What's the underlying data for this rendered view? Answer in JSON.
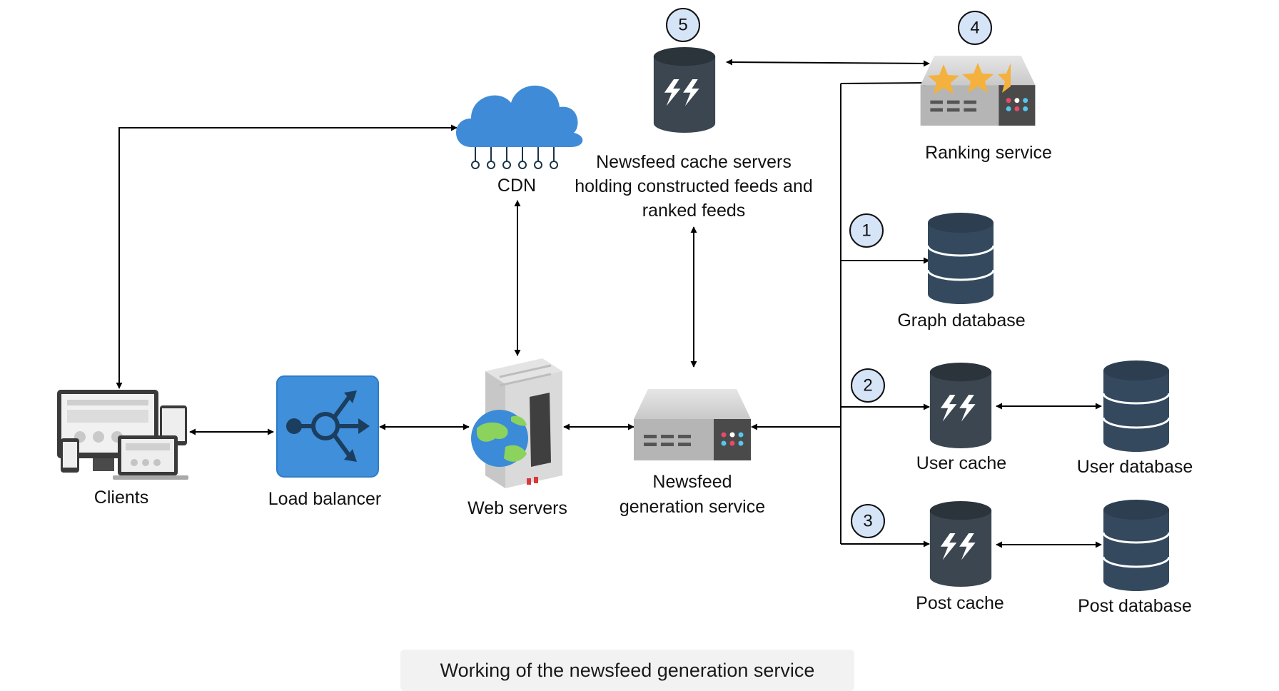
{
  "nodes": {
    "clients": "Clients",
    "load_balancer": "Load balancer",
    "web_servers": "Web servers",
    "cdn": "CDN",
    "newsfeed_cache": [
      "Newsfeed cache servers",
      "holding constructed feeds and",
      "ranked feeds"
    ],
    "newsfeed_generation": [
      "Newsfeed",
      "generation service"
    ],
    "ranking_service": "Ranking service",
    "graph_database": "Graph database",
    "user_cache": "User cache",
    "user_database": "User database",
    "post_cache": "Post cache",
    "post_database": "Post database"
  },
  "badges": {
    "ranking": "4",
    "cache_servers": "5",
    "graph": "1",
    "user": "2",
    "post": "3"
  },
  "caption": "Working of the newsfeed generation service",
  "colors": {
    "arrow": "#000000",
    "db_dark": "#34495e",
    "cache_dark": "#3b4650",
    "badge_fill": "#d6e4f7",
    "lb_blue": "#3f8fdb",
    "cdn_blue": "#3f8bd8",
    "server_grey": "#b8b8b8",
    "star": "#f4b13d"
  }
}
